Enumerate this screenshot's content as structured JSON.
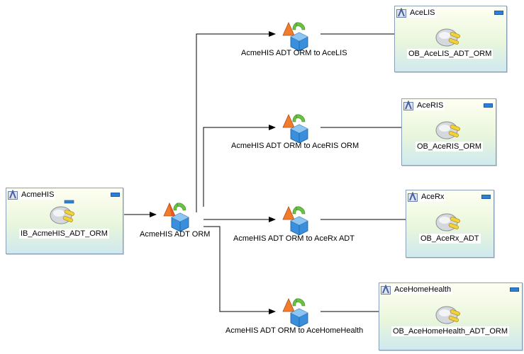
{
  "source_box": {
    "title": "AcmeHIS",
    "item_label": "IB_AcmeHIS_ADT_ORM"
  },
  "main_router": {
    "label": "AcmeHIS ADT ORM"
  },
  "routes": [
    {
      "label": "AcmeHIS ADT ORM to AceLIS"
    },
    {
      "label": "AcmeHIS ADT ORM to AceRIS ORM"
    },
    {
      "label": "AcmeHIS ADT ORM to AceRx ADT"
    },
    {
      "label": "AcmeHIS ADT ORM to AceHomeHealth"
    }
  ],
  "targets": [
    {
      "title": "AceLIS",
      "item_label": "OB_AceLIS_ADT_ORM"
    },
    {
      "title": "AceRIS",
      "item_label": "OB_AceRIS_ORM"
    },
    {
      "title": "AceRx",
      "item_label": "OB_AceRx_ADT"
    },
    {
      "title": "AceHomeHealth",
      "item_label": "OB_AceHomeHealth_ADT_ORM"
    }
  ],
  "icons": {
    "application": "application-icon",
    "interface": "plug-icon",
    "router": "router-icon",
    "minimize": "minimize-icon"
  }
}
